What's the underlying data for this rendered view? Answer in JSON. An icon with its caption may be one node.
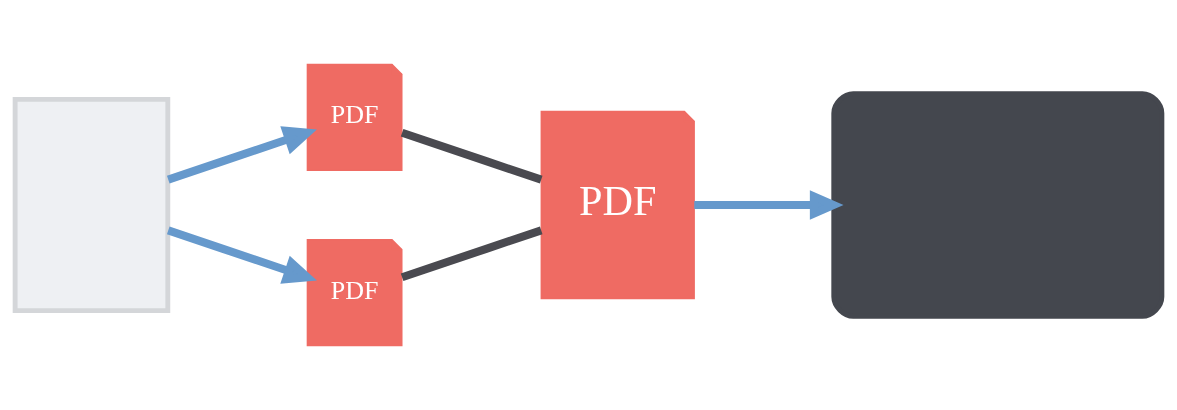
{
  "diagram": {
    "nodes": [
      {
        "text": [],
        "shape": "box"
      },
      {
        "text": [
          "PDF"
        ]
      },
      {
        "text": [
          "PDF"
        ]
      },
      {
        "text": [
          "PDF"
        ]
      },
      {
        "text": [],
        "shape": "box"
      }
    ],
    "edges": [
      {
        "from": 0,
        "to": 1,
        "arrow": "to"
      },
      {
        "from": 0,
        "to": 2,
        "arrow": "to"
      },
      {
        "from": 1,
        "to": 3,
        "arrow": "none",
        "color": "#4a4a50"
      },
      {
        "from": 2,
        "to": 3,
        "arrow": "none",
        "color": "#4a4a50"
      },
      {
        "from": 3,
        "to": 4,
        "arrow": "to"
      }
    ]
  }
}
